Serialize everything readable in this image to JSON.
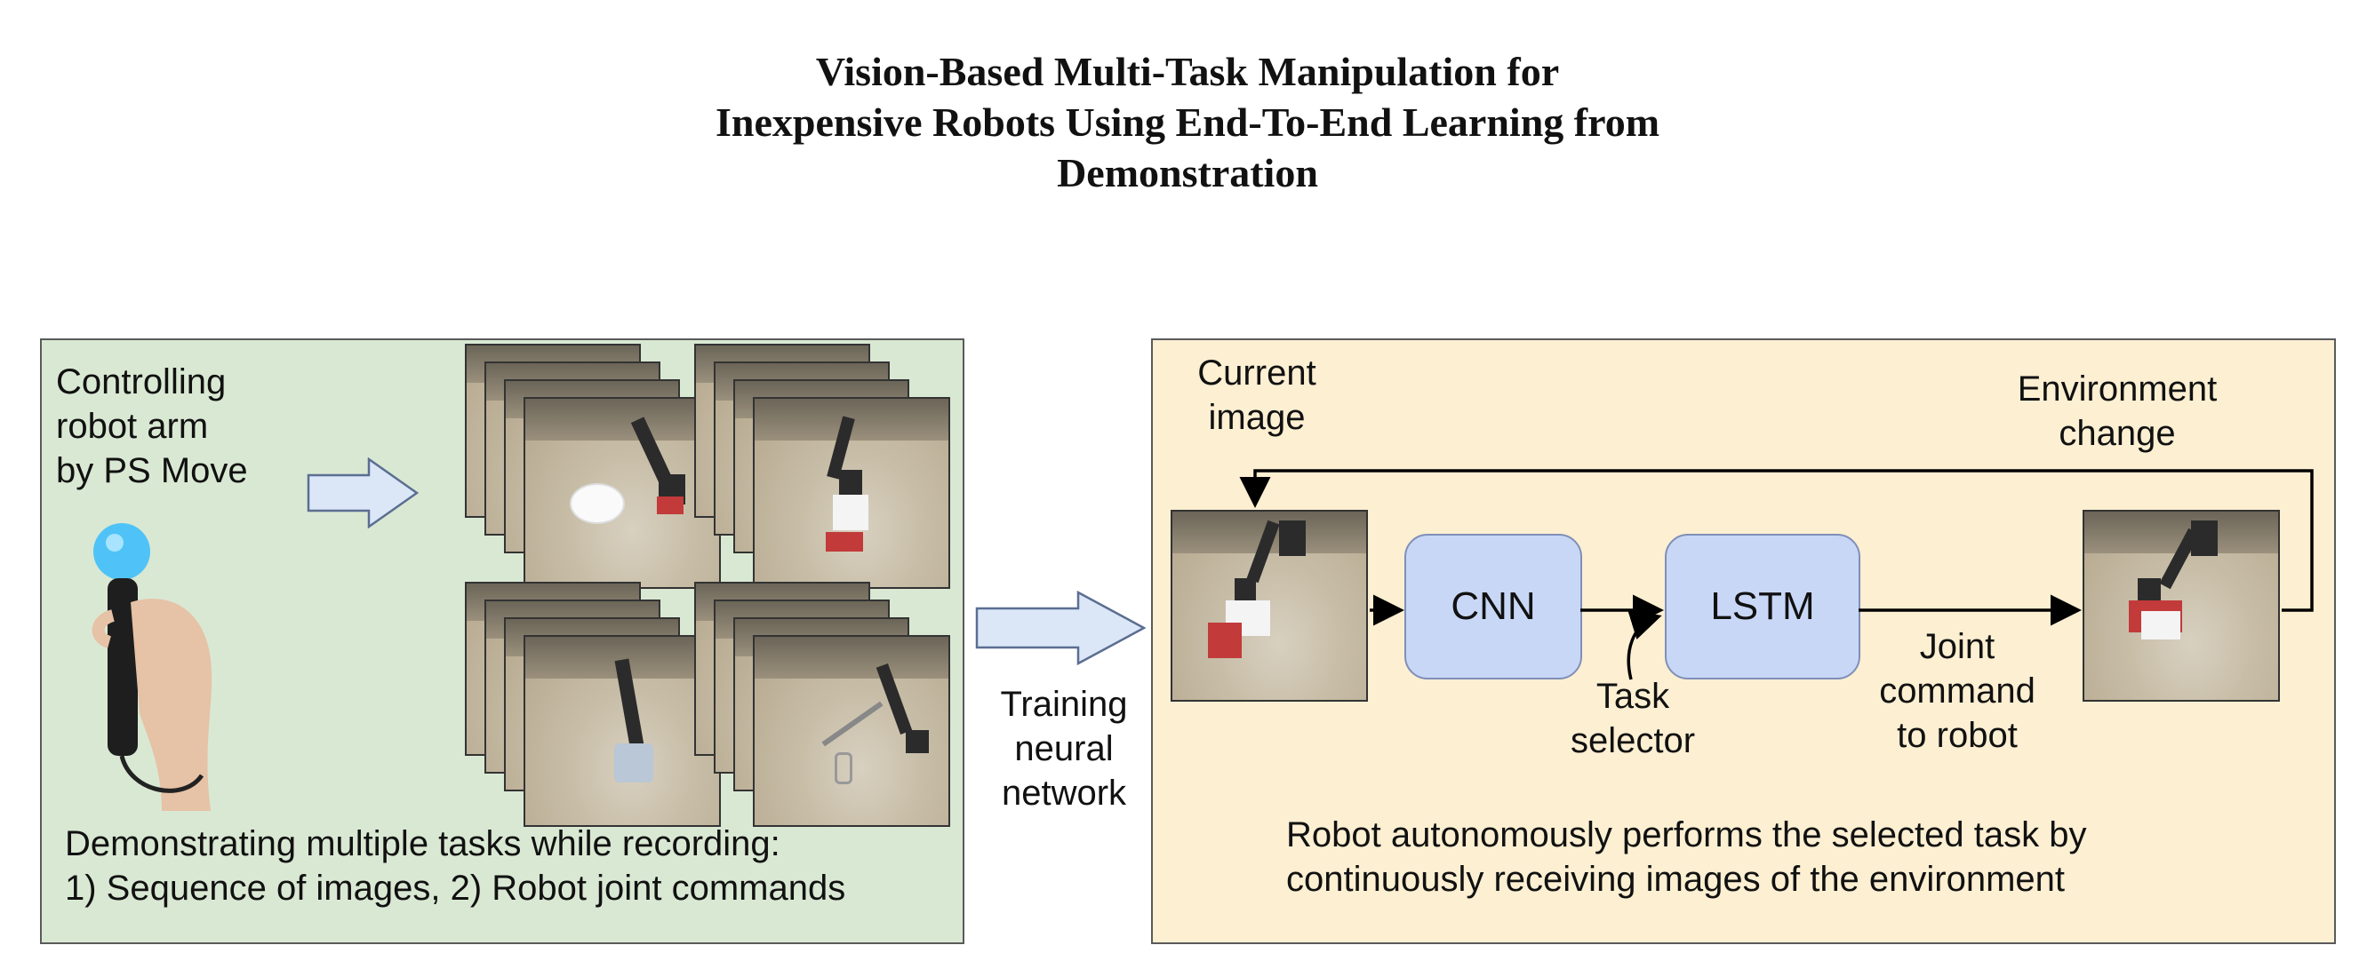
{
  "title": {
    "line1": "Vision-Based Multi-Task Manipulation for",
    "line2": "Inexpensive Robots Using End-To-End Learning from",
    "line3": "Demonstration"
  },
  "left_panel": {
    "control_text": [
      "Controlling",
      "robot arm",
      "by PS Move"
    ],
    "caption": [
      "Demonstrating multiple tasks while recording:",
      "1) Sequence of images, 2) Robot joint commands"
    ]
  },
  "middle": {
    "training_text": [
      "Training",
      "neural",
      "network"
    ]
  },
  "right_panel": {
    "current_image_label": [
      "Current",
      "image"
    ],
    "environment_change_label": [
      "Environment",
      "change"
    ],
    "cnn_label": "CNN",
    "lstm_label": "LSTM",
    "task_selector_label": [
      "Task",
      "selector"
    ],
    "joint_command_label": [
      "Joint",
      "command",
      "to robot"
    ],
    "caption": [
      "Robot autonomously performs the selected task by",
      "continuously receiving images of the environment"
    ]
  },
  "colors": {
    "left_panel_bg": "#d9e8d3",
    "right_panel_bg": "#fcefd2",
    "box_fill": "#c9d7f7",
    "arrow_fill": "#dbe6f7",
    "controller_light": "#4fc3f7"
  }
}
